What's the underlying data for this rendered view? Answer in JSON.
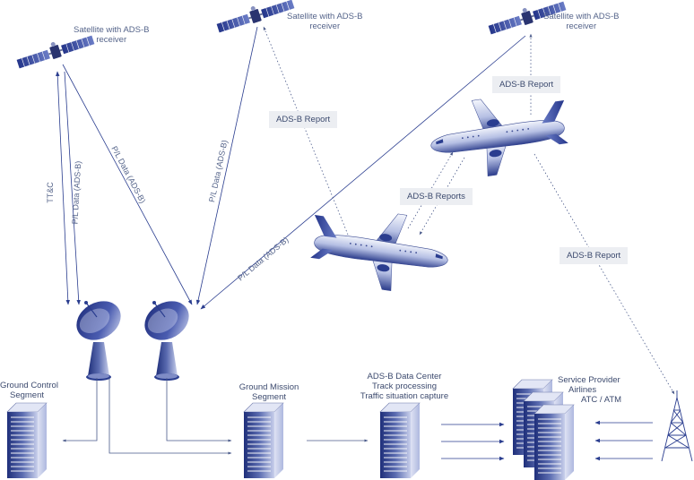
{
  "satellites": [
    {
      "label": "Satellite with ADS-B receiver",
      "line1": "Satellite with ADS-B",
      "line2": "receiver"
    },
    {
      "label": "Satellite with ADS-B receiver",
      "line1": "Satellite with ADS-B",
      "line2": "receiver"
    },
    {
      "label": "Satellite with ADS-B receiver",
      "line1": "Satellite with ADS-B",
      "line2": "receiver"
    }
  ],
  "links": {
    "ttc": "TT&C",
    "pl_data_1": "P/L Data (ADS-B)",
    "pl_data_2": "P/L Data (ADS-B)",
    "pl_data_3": "P/L Data (ADS-B)",
    "pl_data_4": "P/L Data (ADS-B)"
  },
  "reports": {
    "report_left": "ADS-B Report",
    "report_top_right": "ADS-B Report",
    "reports_between": "ADS-B Reports",
    "report_right": "ADS-B Report"
  },
  "segments": {
    "ground_control": {
      "line1": "Ground Control",
      "line2": "Segment"
    },
    "ground_mission": {
      "line1": "Ground Mission",
      "line2": "Segment"
    },
    "data_center": {
      "line1": "ADS-B Data Center",
      "line2": "Track processing",
      "line3": "Traffic situation capture"
    },
    "service_provider": {
      "line1": "Service Provider",
      "line2": "Airlines",
      "line3": "ATC / ATM"
    }
  },
  "colors": {
    "primary": "#2a3d8f",
    "light": "#c5cdea",
    "line": "#4a5a8a",
    "label_bg": "#eceef2"
  }
}
